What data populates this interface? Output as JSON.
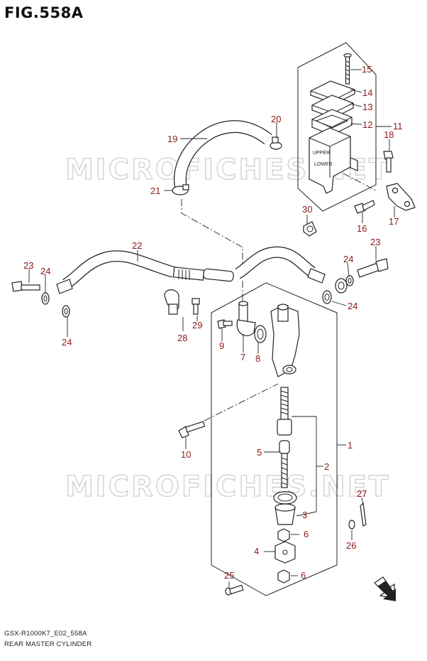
{
  "figure_title": "FIG.558A",
  "footer": {
    "model_code": "GSX-R1000K7_E02_558A",
    "assembly_name": "REAR MASTER CYLINDER"
  },
  "watermark_text": "MICROFICHES.NET",
  "callout_color": "#8b1a1a",
  "arrow_icon": "direction-arrow-icon",
  "callouts": [
    {
      "id": "c15",
      "label": "15"
    },
    {
      "id": "c14",
      "label": "14"
    },
    {
      "id": "c13",
      "label": "13"
    },
    {
      "id": "c12",
      "label": "12"
    },
    {
      "id": "c11",
      "label": "11"
    },
    {
      "id": "c18",
      "label": "18"
    },
    {
      "id": "c20",
      "label": "20"
    },
    {
      "id": "c19",
      "label": "19"
    },
    {
      "id": "c21",
      "label": "21"
    },
    {
      "id": "c30",
      "label": "30"
    },
    {
      "id": "c16",
      "label": "16"
    },
    {
      "id": "c17",
      "label": "17"
    },
    {
      "id": "c22",
      "label": "22"
    },
    {
      "id": "c23a",
      "label": "23"
    },
    {
      "id": "c24a",
      "label": "24"
    },
    {
      "id": "c23b",
      "label": "23"
    },
    {
      "id": "c24b",
      "label": "24"
    },
    {
      "id": "c24c",
      "label": "24"
    },
    {
      "id": "c24d",
      "label": "24"
    },
    {
      "id": "c28",
      "label": "28"
    },
    {
      "id": "c29",
      "label": "29"
    },
    {
      "id": "c9",
      "label": "9"
    },
    {
      "id": "c7",
      "label": "7"
    },
    {
      "id": "c8",
      "label": "8"
    },
    {
      "id": "c1",
      "label": "1"
    },
    {
      "id": "c10",
      "label": "10"
    },
    {
      "id": "c5",
      "label": "5"
    },
    {
      "id": "c2",
      "label": "2"
    },
    {
      "id": "c27",
      "label": "27"
    },
    {
      "id": "c3",
      "label": "3"
    },
    {
      "id": "c6a",
      "label": "6"
    },
    {
      "id": "c26",
      "label": "26"
    },
    {
      "id": "c4",
      "label": "4"
    },
    {
      "id": "c6b",
      "label": "6"
    },
    {
      "id": "c25",
      "label": "25"
    }
  ]
}
